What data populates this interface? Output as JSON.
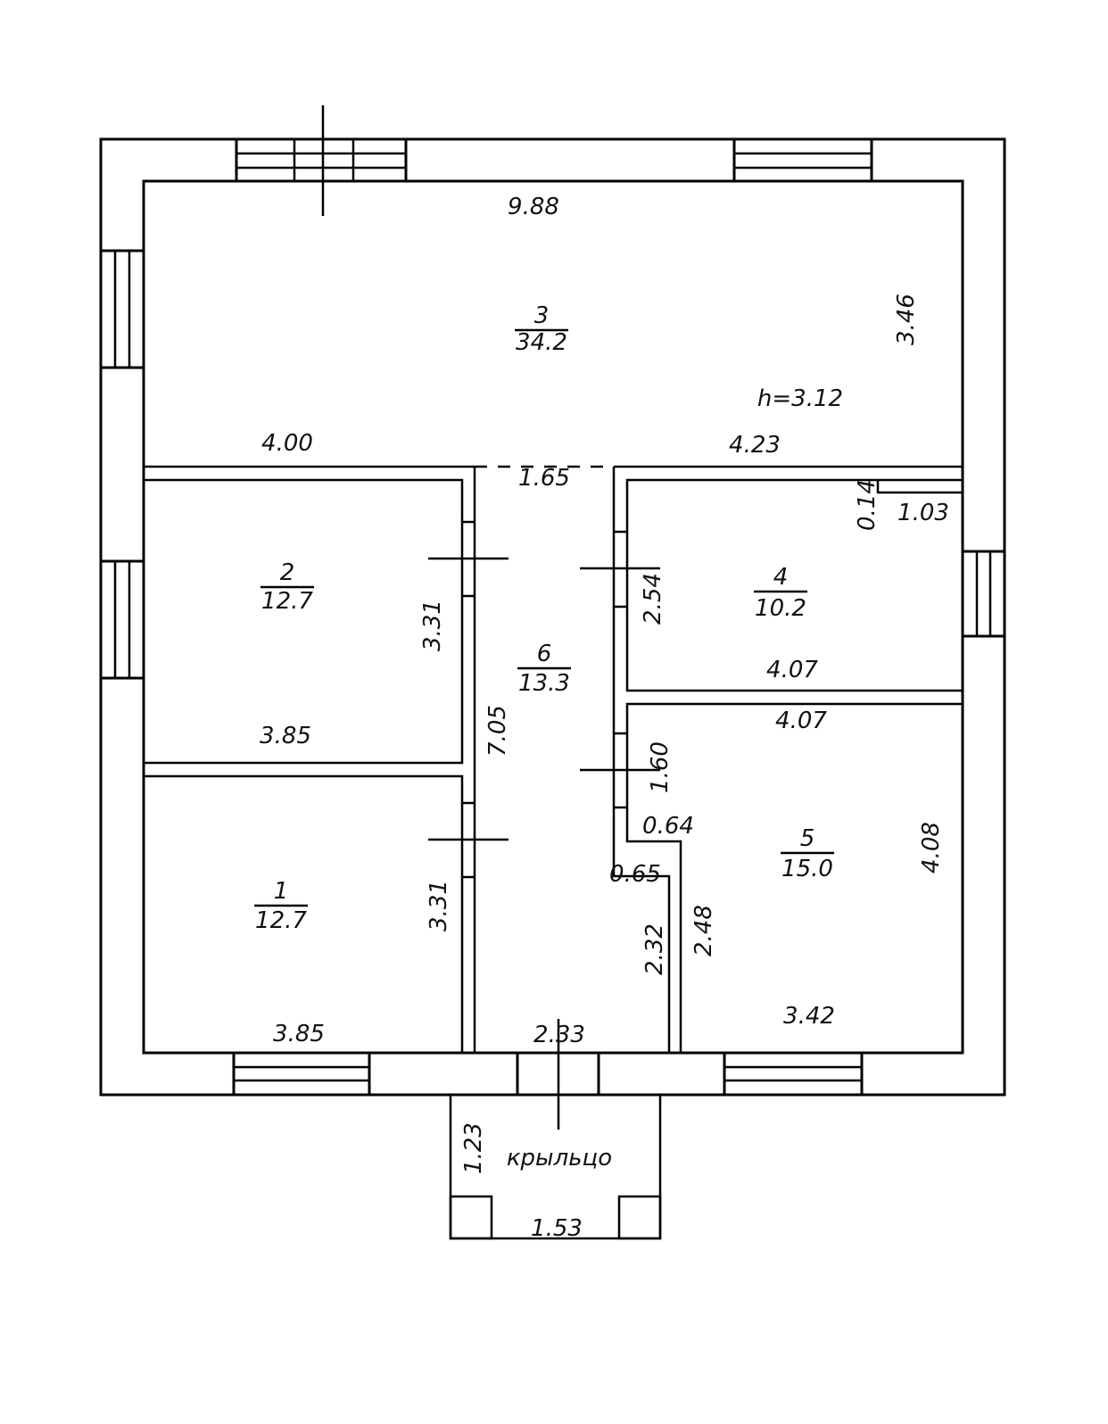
{
  "plan": {
    "ceiling_height": "h=3.12",
    "colors": {
      "line": "#000000",
      "background": "#ffffff"
    },
    "rooms": [
      {
        "id": "1",
        "area": "12.7"
      },
      {
        "id": "2",
        "area": "12.7"
      },
      {
        "id": "3",
        "area": "34.2"
      },
      {
        "id": "4",
        "area": "10.2"
      },
      {
        "id": "5",
        "area": "15.0"
      },
      {
        "id": "6",
        "area": "13.3"
      }
    ],
    "porch": {
      "label": "крыльцо",
      "depth": "1.23",
      "width": "1.53"
    },
    "dimensions": {
      "room3_width": "9.88",
      "room3_depth": "3.46",
      "room3_left_seg": "4.00",
      "room3_right_seg": "4.23",
      "hall_opening": "1.65",
      "room2_depth": "3.31",
      "room2_width": "3.85",
      "room1_depth": "3.31",
      "room1_width": "3.85",
      "hall_length": "7.05",
      "hall_width": "2.33",
      "room4_depth": "2.54",
      "room4_width": "4.07",
      "room4_notch_h": "0.14",
      "room4_notch_w": "1.03",
      "room5_width_top": "4.07",
      "room5_depth": "4.08",
      "room5_width_bottom": "3.42",
      "room5_wall_seg": "1.60",
      "room5_step": "0.64",
      "hall_step": "0.65",
      "hall_lower_len": "2.32",
      "room5_lower_len": "2.48"
    }
  }
}
